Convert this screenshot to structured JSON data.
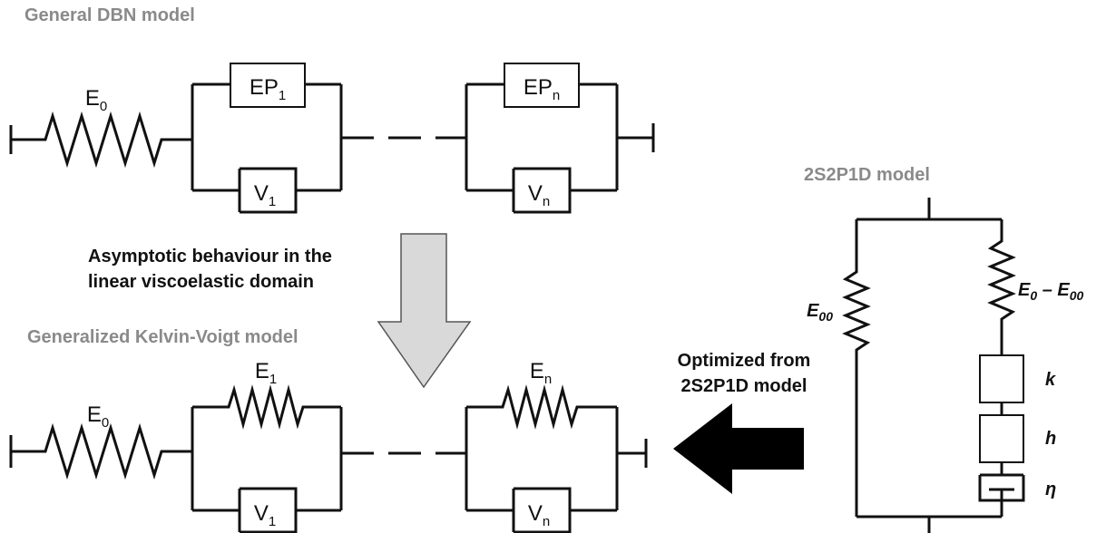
{
  "titles": {
    "dbn": "General DBN model",
    "gkv": "Generalized Kelvin-Voigt model",
    "s2p1d": "2S2P1D model"
  },
  "annotations": {
    "asymptotic_line1": "Asymptotic behaviour in the",
    "asymptotic_line2": "linear viscoelastic domain",
    "optimized_line1": "Optimized from",
    "optimized_line2": "2S2P1D model"
  },
  "labels": {
    "E": "E",
    "EP": "EP",
    "V": "V",
    "sub_0": "0",
    "sub_1": "1",
    "sub_n": "n",
    "E00": "E",
    "E00_sub": "00",
    "E0_minus_E00_a": "E",
    "E0_minus_E00_a_sub": "0",
    "E0_minus_E00_dash": " – E",
    "E0_minus_E00_b_sub": "00",
    "k": "k",
    "h": "h",
    "eta": "η"
  },
  "colors": {
    "title_gray": "#8a8a8a",
    "line": "#111111",
    "down_arrow_fill": "#d9d9d9",
    "left_arrow_fill": "#000000"
  },
  "icons": {
    "down_arrow": "down-arrow-icon",
    "left_arrow": "left-arrow-icon"
  }
}
